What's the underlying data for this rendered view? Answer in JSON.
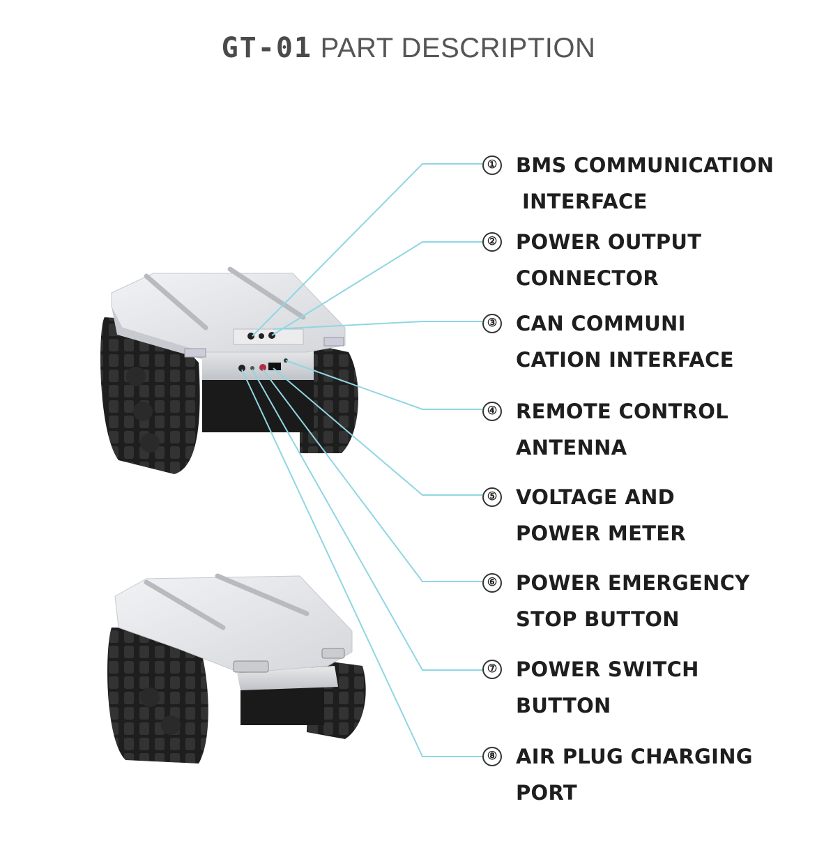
{
  "title": {
    "model": "GT-01",
    "text": "PART DESCRIPTION"
  },
  "parts": [
    {
      "num": "①",
      "line1": "BMS COMMUNICATION",
      "line2": "INTERFACE"
    },
    {
      "num": "②",
      "line1": "POWER OUTPUT",
      "line2": "CONNECTOR"
    },
    {
      "num": "③",
      "line1": "CAN COMMUNI",
      "line2": "CATION INTERFACE"
    },
    {
      "num": "④",
      "line1": "REMOTE CONTROL",
      "line2": "ANTENNA"
    },
    {
      "num": "⑤",
      "line1": "VOLTAGE AND",
      "line2": "POWER METER"
    },
    {
      "num": "⑥",
      "line1": "POWER EMERGENCY",
      "line2": "STOP BUTTON"
    },
    {
      "num": "⑦",
      "line1": "POWER SWITCH",
      "line2": "BUTTON"
    },
    {
      "num": "⑧",
      "line1": "AIR PLUG CHARGING",
      "line2": "PORT"
    }
  ],
  "colors": {
    "leader_line": "#8fd6e3",
    "body": "#dfe2e6",
    "track": "#1c1c1c",
    "title": "#555555"
  }
}
